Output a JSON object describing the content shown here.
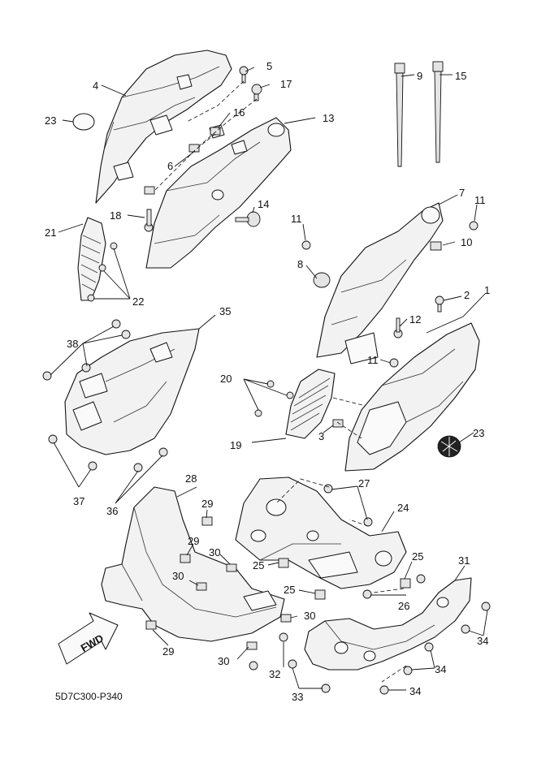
{
  "callouts": {
    "c1": "1",
    "c2": "2",
    "c3": "3",
    "c4": "4",
    "c5": "5",
    "c6": "6",
    "c7": "7",
    "c8": "8",
    "c9": "9",
    "c10": "10",
    "c11a": "11",
    "c11b": "11",
    "c11c": "11",
    "c12": "12",
    "c13": "13",
    "c14": "14",
    "c15": "15",
    "c16": "16",
    "c17": "17",
    "c18": "18",
    "c19": "19",
    "c20": "20",
    "c21": "21",
    "c22": "22",
    "c23a": "23",
    "c23b": "23",
    "c24": "24",
    "c25a": "25",
    "c25b": "25",
    "c25c": "25",
    "c26": "26",
    "c27": "27",
    "c28": "28",
    "c29a": "29",
    "c29b": "29",
    "c29c": "29",
    "c30a": "30",
    "c30b": "30",
    "c30c": "30",
    "c30d": "30",
    "c31": "31",
    "c32": "32",
    "c33": "33",
    "c34a": "34",
    "c34b": "34",
    "c34c": "34",
    "c35": "35",
    "c36": "36",
    "c37": "37",
    "c38": "38"
  },
  "fwd_label": "FWD",
  "diagram_code": "5D7C300-P340",
  "colors": {
    "line": "#111111",
    "fill": "#f2f2f2",
    "background": "#ffffff"
  }
}
